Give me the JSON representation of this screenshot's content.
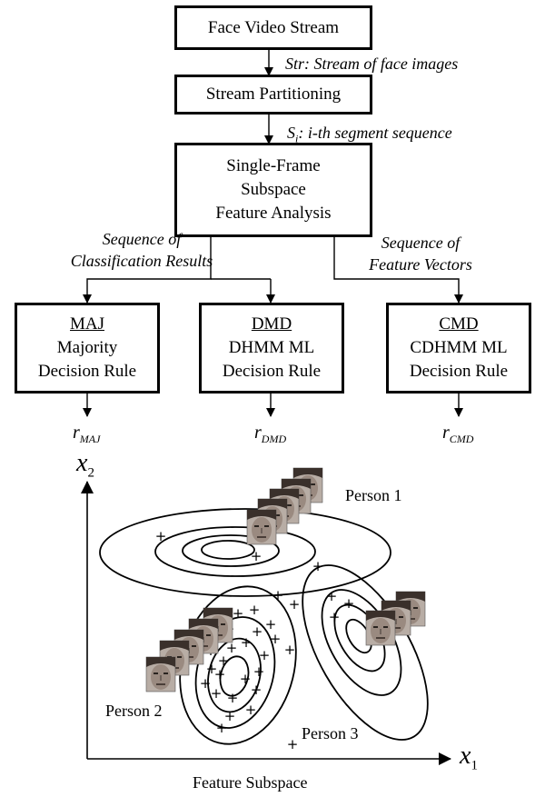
{
  "flow": {
    "box1": "Face Video Stream",
    "label1": "Str: Stream of face images",
    "box2": "Stream Partitioning",
    "label2_var": "S",
    "label2_sub": "i",
    "label2_rest": ": i-th segment sequence",
    "box3": [
      "Single-Frame",
      "Subspace",
      "Feature Analysis"
    ],
    "label_left": [
      "Sequence of",
      "Classification Results"
    ],
    "label_right": [
      "Sequence of",
      "Feature Vectors"
    ]
  },
  "rules": [
    {
      "abbr": "MAJ",
      "line1": "Majority",
      "line2": "Decision Rule",
      "result_var": "r",
      "result_sub": "MAJ"
    },
    {
      "abbr": "DMD",
      "line1": "DHMM ML",
      "line2": "Decision Rule",
      "result_var": "r",
      "result_sub": "DMD"
    },
    {
      "abbr": "CMD",
      "line1": "CDHMM ML",
      "line2": "Decision Rule",
      "result_var": "r",
      "result_sub": "CMD"
    }
  ],
  "plot": {
    "x_axis_var": "x",
    "x_axis_sub": "1",
    "y_axis_var": "x",
    "y_axis_sub": "2",
    "persons": [
      "Person 1",
      "Person 2",
      "Person 3"
    ],
    "caption": "Feature Subspace"
  },
  "colors": {
    "stroke": "#000000",
    "face_skin": "#9a8a80",
    "face_dark": "#3a302b"
  },
  "icons": [
    "face-thumbnail"
  ]
}
